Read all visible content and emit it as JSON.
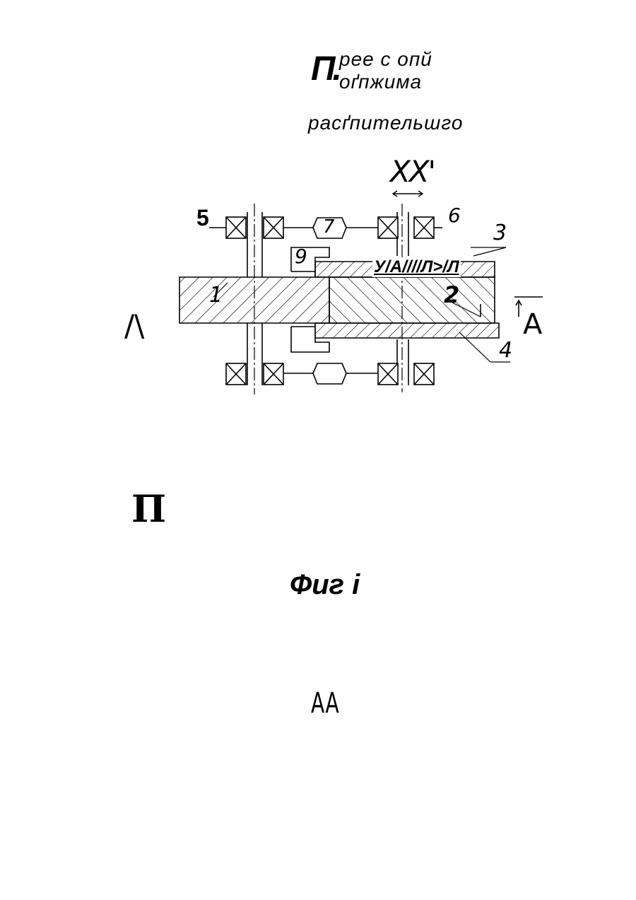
{
  "header": {
    "big_letter": "П.",
    "line1": "рее с  опй",
    "line2": "оґпжима",
    "line3": "расґпительшго"
  },
  "diagram": {
    "label_top": "XX'",
    "label_5": "5",
    "label_6": "6",
    "label_7": "7",
    "label_9": "9",
    "label_3": "3",
    "label_1": "1",
    "label_2": "2",
    "label_4": "4",
    "label_A": "A",
    "label_left": "/\\",
    "hatched_text": "У/А////Л>/Л"
  },
  "symbol_pi": "П",
  "figure_caption": "Фиг i",
  "section_label": "АА"
}
